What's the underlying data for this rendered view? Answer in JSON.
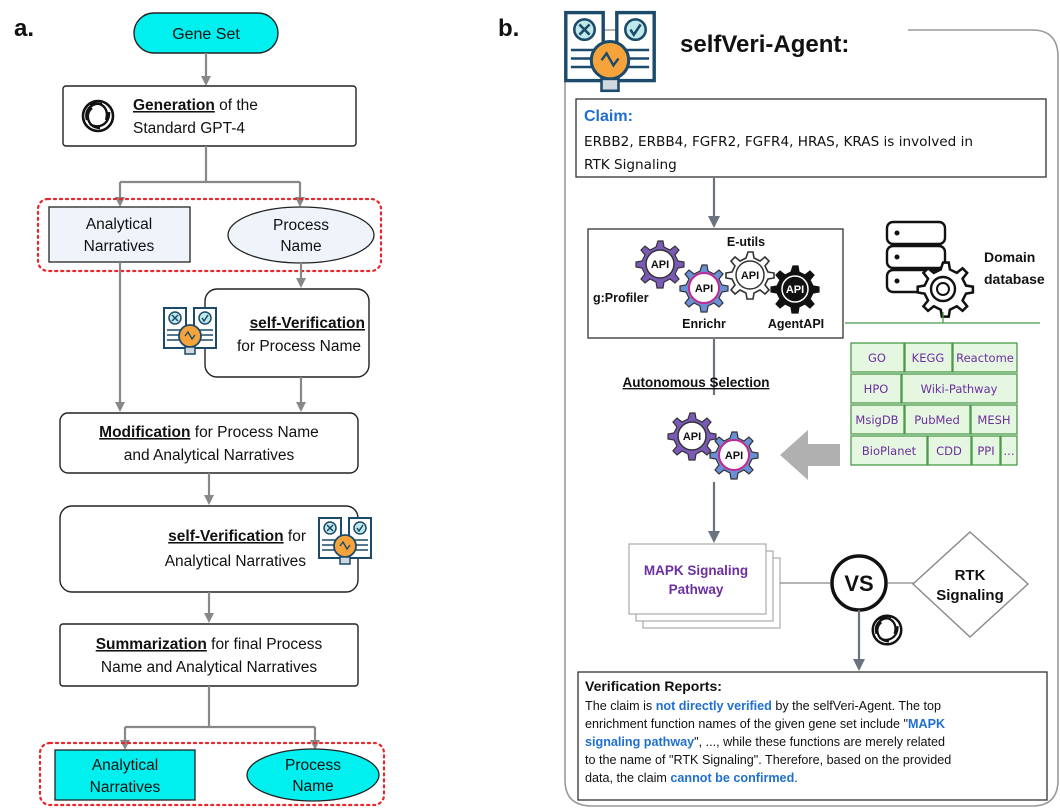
{
  "panel_a": {
    "label": "a.",
    "gene_set": "Gene Set",
    "generation": {
      "bold": "Generation",
      "rest1": " of the",
      "rest2": "Standard GPT-4"
    },
    "top_outputs": {
      "narratives_1": "Analytical",
      "narratives_2": "Narratives",
      "process_1": "Process",
      "process_2": "Name"
    },
    "self_verif_process": {
      "bold": "self-Verification",
      "rest": "for  Process Name"
    },
    "modification": {
      "bold": "Modification",
      "rest1": " for Process Name",
      "rest2": "and Analytical Narratives"
    },
    "self_verif_narratives": {
      "bold": "self-Verification",
      "rest1": " for",
      "rest2": "Analytical Narratives"
    },
    "summarization": {
      "bold": "Summarization",
      "rest1": " for final Process",
      "rest2": "Name and Analytical Narratives"
    },
    "final_outputs": {
      "narratives_1": "Analytical",
      "narratives_2": "Narratives",
      "process_1": "Process",
      "process_2": "Name"
    }
  },
  "panel_b": {
    "label": "b.",
    "title": "selfVeri-Agent:",
    "claim": {
      "heading": "Claim:",
      "line1": "ERBB2, ERBB4, FGFR2, FGFR4, HRAS, KRAS is involved in",
      "line2": "RTK Signaling"
    },
    "apis": {
      "eutils": "E-utils",
      "gprofiler": "g:Profiler",
      "enrichr": "Enrichr",
      "agentapi": "AgentAPI",
      "api": "API"
    },
    "domain_db": {
      "line1": "Domain",
      "line2": "database"
    },
    "db_rows": [
      [
        "GO",
        "KEGG",
        "Reactome"
      ],
      [
        "HPO",
        "Wiki-Pathway"
      ],
      [
        "MsigDB",
        "PubMed",
        "MESH"
      ],
      [
        "BioPlanet",
        "CDD",
        "PPI",
        "..."
      ]
    ],
    "autonomous_selection": "Autonomous Selection",
    "result": {
      "line1": "MAPK Signaling",
      "line2": "Pathway"
    },
    "vs": "VS",
    "rtk": {
      "line1": "RTK",
      "line2": "Signaling"
    },
    "report": {
      "heading": "Verification Reports:",
      "p1": "The claim is ",
      "p1_hl": "not directly verified",
      "p1_rest": " by the selfVeri-Agent. The top",
      "p2": "enrichment function names of the given gene set include \"",
      "p2_hl": "MAPK",
      "p3_hl": "signaling pathway",
      "p3_rest": "\", ...,  while these functions are merely related",
      "p4": "to the name of \"RTK Signaling\". Therefore, based on the provided",
      "p5": "data, the claim ",
      "p5_hl": "cannot be confirmed",
      "p5_end": "."
    }
  },
  "colors": {
    "cyan": "#00f0f0",
    "light_blue": "#eef4fa",
    "red_dashed": "#e8262b",
    "highlight_blue": "#1f6fd1",
    "arrow_gray": "#888888"
  }
}
